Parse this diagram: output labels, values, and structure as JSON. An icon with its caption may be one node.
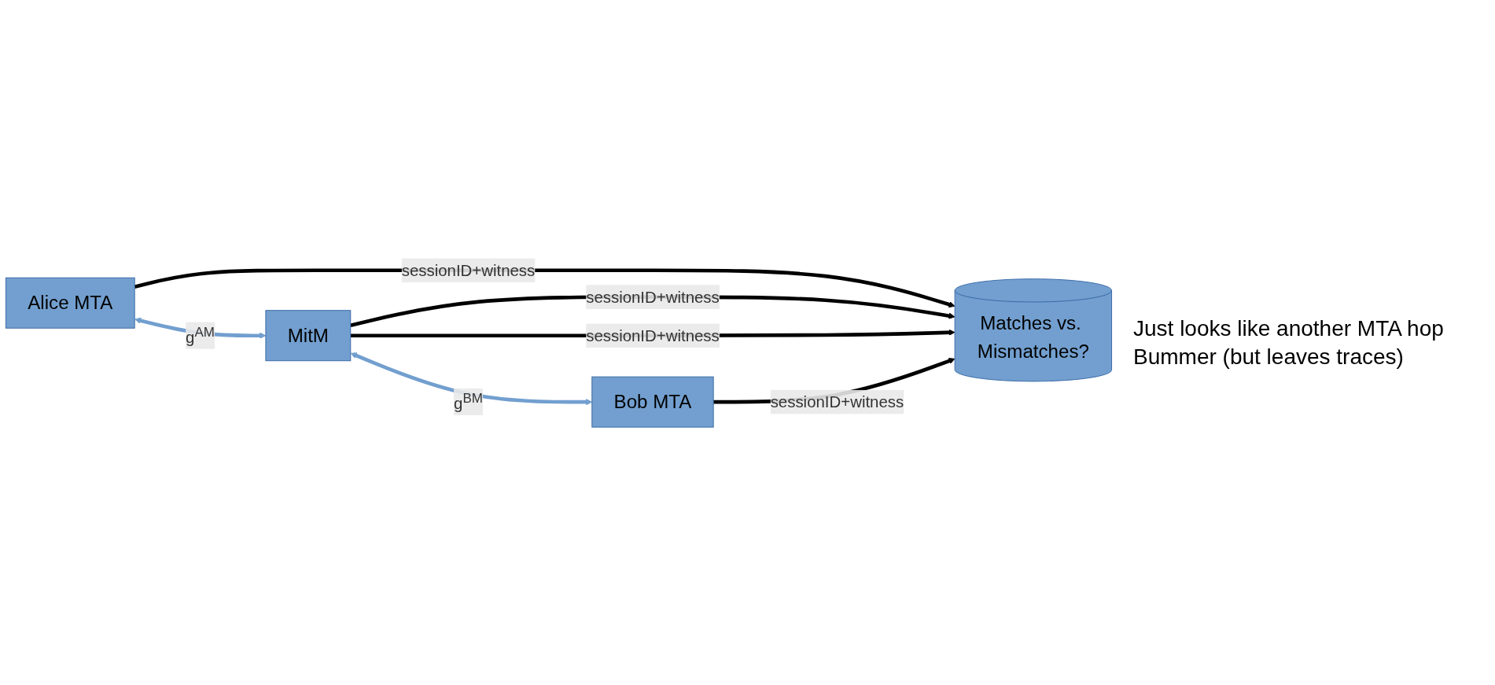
{
  "diagram": {
    "nodes": [
      {
        "text": [
          "Alice MTA"
        ]
      },
      {
        "text": [
          "MitM"
        ]
      },
      {
        "text": [
          "Bob MTA"
        ]
      },
      {
        "text": [
          "Matches vs. Mismatches?"
        ]
      }
    ],
    "edges": [
      {
        "from": 0,
        "to": 1,
        "arrow": "both",
        "label": "g$^{AM}$",
        "color": "#729fcf"
      },
      {
        "from": 1,
        "to": 2,
        "arrow": "both",
        "label": "g$^{BM}$",
        "color": "#729fcf"
      },
      {
        "from": 0,
        "to": 3,
        "arrow": "to",
        "label": "sessionID+witness"
      },
      {
        "from": 1,
        "to": 3,
        "arrow": "to",
        "label": "sessionID+witness"
      },
      {
        "from": 1,
        "to": 3,
        "arrow": "to",
        "label": "sessionID+witness"
      },
      {
        "from": 2,
        "to": 3,
        "arrow": "to",
        "label": "sessionID+witness"
      }
    ],
    "labels": [
      "Just looks like another MTA hop",
      "Bummer (but leaves traces)"
    ]
  }
}
